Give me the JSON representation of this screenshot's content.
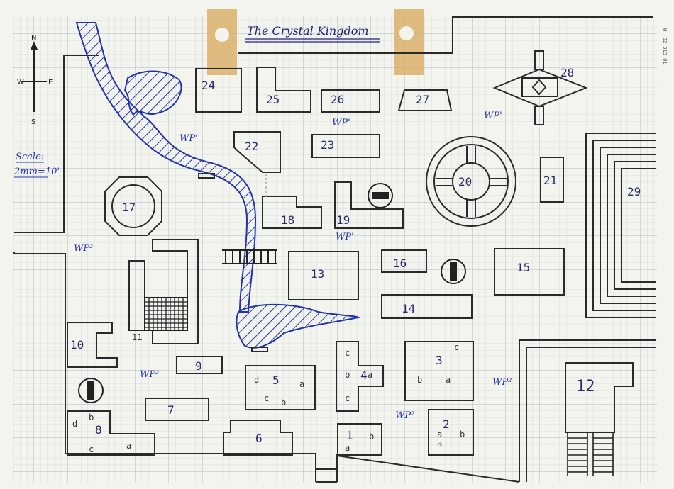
{
  "title": "The Crystal Kingdom",
  "side_code": "W. 02 313 01",
  "compass": {
    "n": "N",
    "s": "S",
    "e": "E",
    "w": "W"
  },
  "scale": {
    "label": "Scale:",
    "value": "2mm=10'"
  },
  "colors": {
    "ink": "#2a2a2a",
    "river": "#2233aa",
    "grid": "#b8c8cc",
    "paper": "#f4f4ee",
    "tape": "#d9a85a"
  },
  "buildings": {
    "b1": "1",
    "b2": "2",
    "b3": "3",
    "b4": "4",
    "b5": "5",
    "b6": "6",
    "b7": "7",
    "b8": "8",
    "b9": "9",
    "b10": "10",
    "b11": "11",
    "b12": "12",
    "b13": "13",
    "b14": "14",
    "b15": "15",
    "b16": "16",
    "b17": "17",
    "b18": "18",
    "b19": "19",
    "b20": "20",
    "b21": "21",
    "b22": "22",
    "b23": "23",
    "b24": "24",
    "b25": "25",
    "b26": "26",
    "b27": "27",
    "b28": "28",
    "b29": "29"
  },
  "sublabels": {
    "s5": [
      "d",
      "a",
      "c",
      "b"
    ],
    "s4": [
      "c",
      "b",
      "a",
      "c"
    ],
    "s3": [
      "c",
      "b",
      "a"
    ],
    "s8": [
      "d",
      "b",
      "c",
      "a"
    ],
    "s1": [
      "a",
      "b"
    ],
    "s2": [
      "a",
      "a",
      "b"
    ]
  },
  "waypoints": {
    "wp1": "WP'",
    "wp2": "WP'",
    "wp3": "WP'",
    "wp4": "WP'",
    "wp5": "WP²",
    "wp6": "WP²",
    "wp7": "WP²",
    "wp8": "WP²"
  }
}
